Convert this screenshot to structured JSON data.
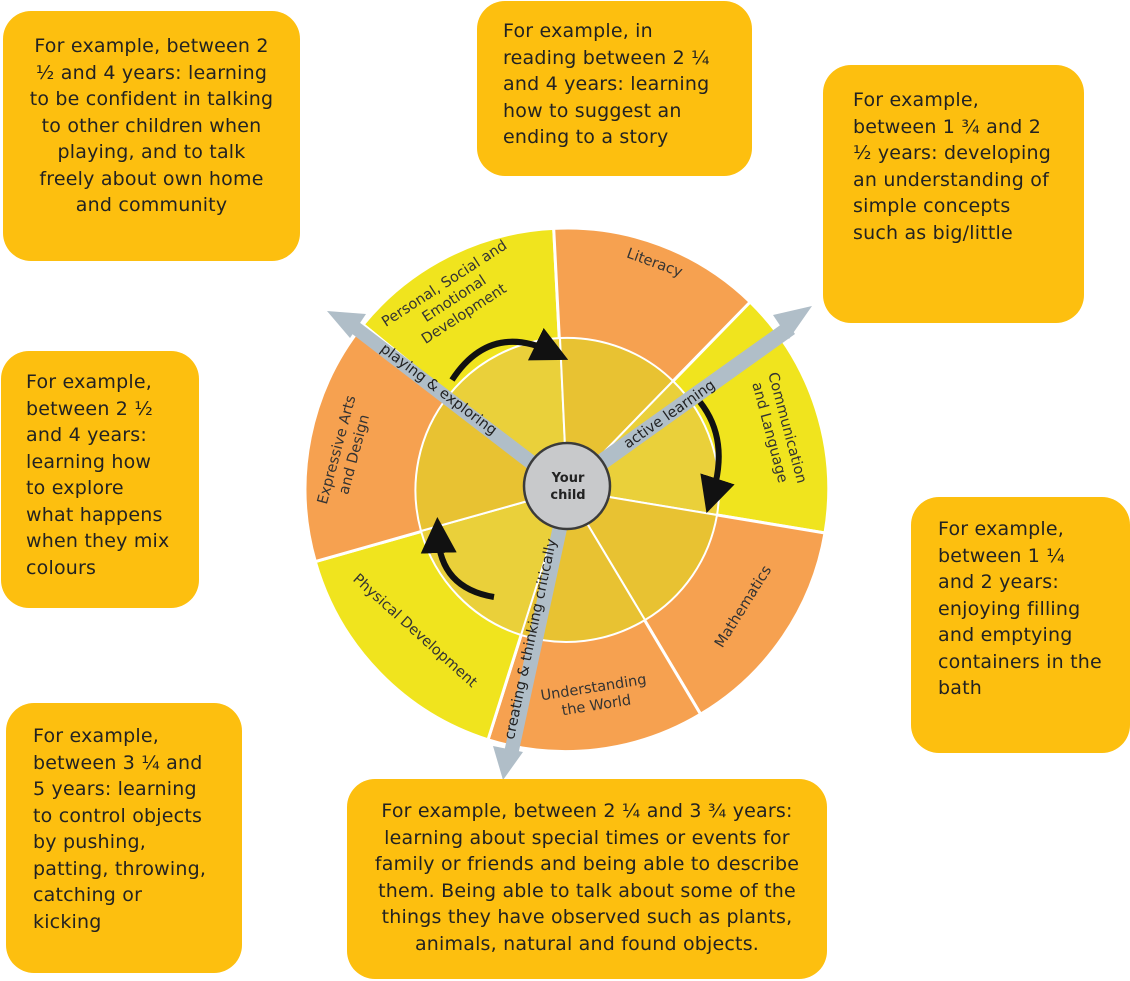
{
  "colors": {
    "box": "#fdbf0f",
    "outer_orange": "#f6a150",
    "outer_yellow": "#f0e41e",
    "inner_ring": "#e6c530",
    "hub": "#c8c9cb",
    "arrow": "#b0bec8"
  },
  "boxes": {
    "top_left": "For example, between 2\n½ and 4 years: learning\nto be confident in talking\nto other children when\nplaying, and to talk\nfreely about own home\nand community",
    "top_center": "For example, in\nreading between 2 ¼\nand 4 years: learning\nhow to suggest an\nending to a story",
    "top_right": "For example,\nbetween 1 ¾ and 2\n½ years: developing\nan understanding of\nsimple concepts\nsuch as big/little",
    "mid_left": "For example,\nbetween 2 ½\nand 4 years:\nlearning how\nto explore\nwhat happens\nwhen they mix\ncolours",
    "mid_right": "For example,\nbetween 1 ¼\nand 2 years:\nenjoying filling\nand emptying\ncontainers in the\nbath",
    "bottom_left": "For example,\nbetween 3 ¼ and\n5 years: learning\nto control objects\nby pushing,\npatting, throwing,\ncatching or\nkicking",
    "bottom_center": "For example, between 2 ¼ and 3 ¾ years:\nlearning about special times or events for\nfamily or friends and being able to describe\nthem. Being able to talk about some of the\nthings they have observed such as plants,\nanimals, natural and found objects."
  },
  "wheel": {
    "hub_line1": "Your",
    "hub_line2": "child",
    "segments": {
      "psed": [
        "Personal, Social and",
        "Emotional",
        "Development"
      ],
      "literacy": "Literacy",
      "communication": [
        "Communication",
        "and Language"
      ],
      "mathematics": "Mathematics",
      "understanding": [
        "Understanding",
        "the World"
      ],
      "physical": "Physical Development",
      "expressive": [
        "Expressive Arts",
        "and Design"
      ]
    },
    "arrows": {
      "playing": "playing & exploring",
      "active": "active learning",
      "creating": "creating & thinking critically"
    }
  }
}
